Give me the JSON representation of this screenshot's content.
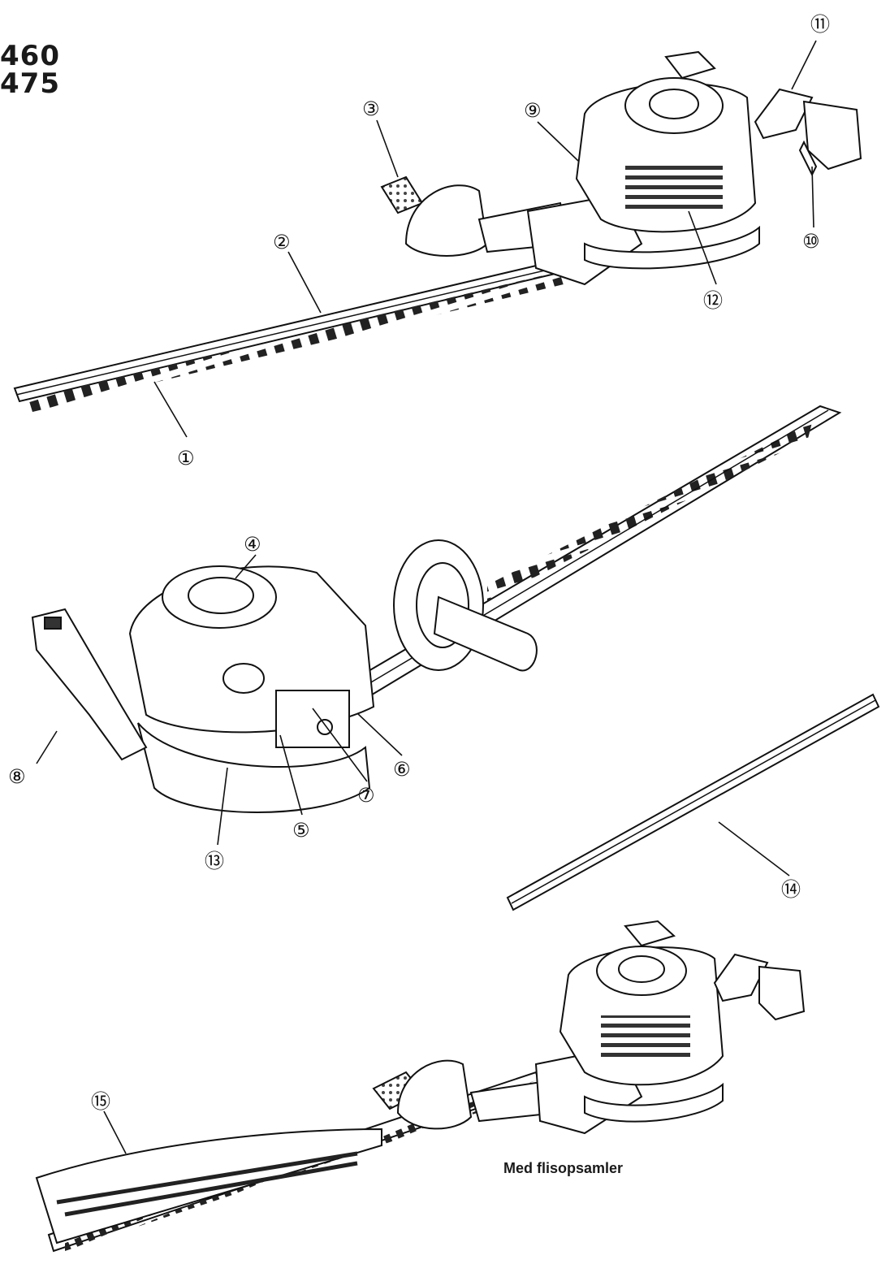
{
  "models": [
    "460",
    "475"
  ],
  "callouts": [
    "①",
    "②",
    "③",
    "④",
    "⑤",
    "⑥",
    "⑦",
    "⑧",
    "⑨",
    "⑩",
    "⑪",
    "⑫",
    "⑬",
    "⑭",
    "⑮"
  ],
  "caption": "Med flisopsamler"
}
